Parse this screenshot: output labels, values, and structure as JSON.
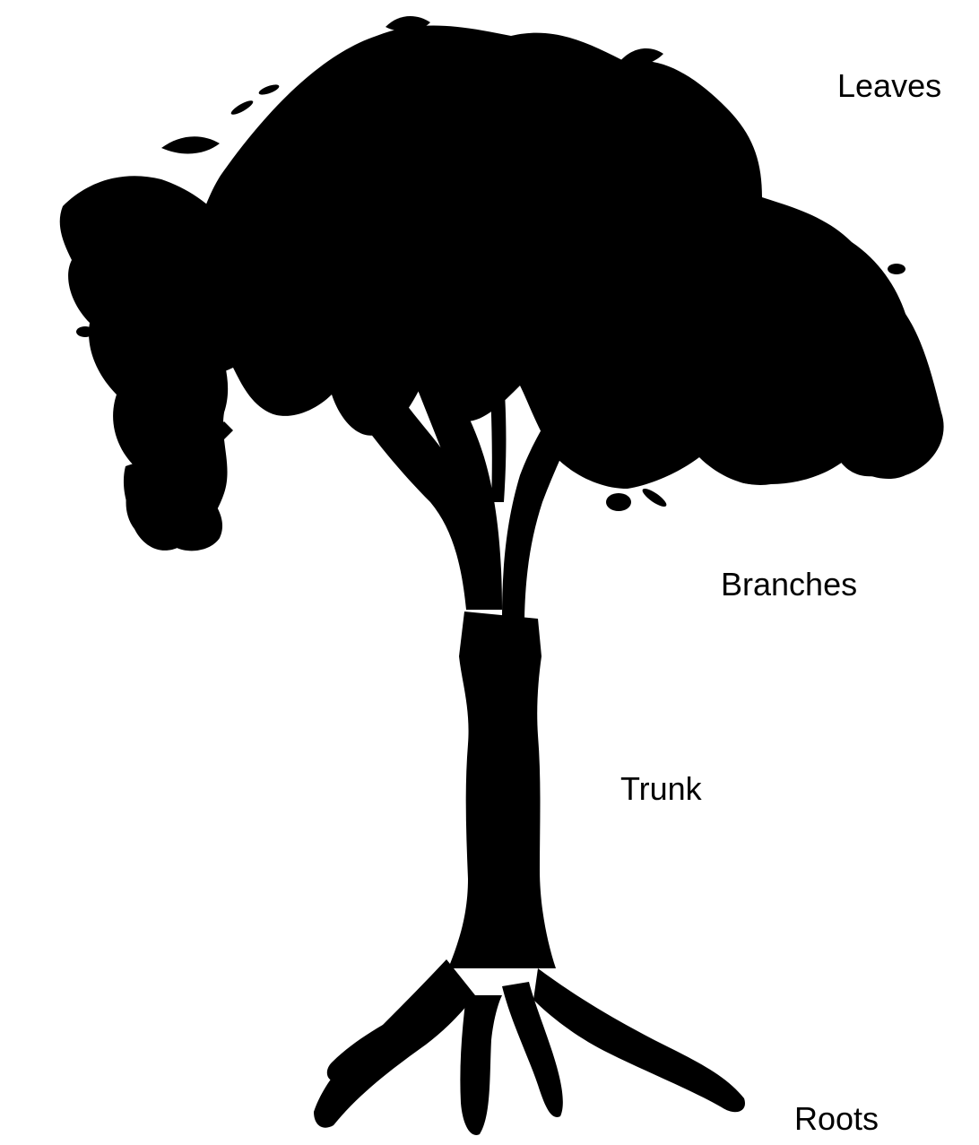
{
  "diagram": {
    "labels": {
      "leaves": "Leaves",
      "branches": "Branches",
      "trunk": "Trunk",
      "roots": "Roots"
    },
    "colors": {
      "silhouette": "#000000",
      "background": "#ffffff"
    }
  }
}
